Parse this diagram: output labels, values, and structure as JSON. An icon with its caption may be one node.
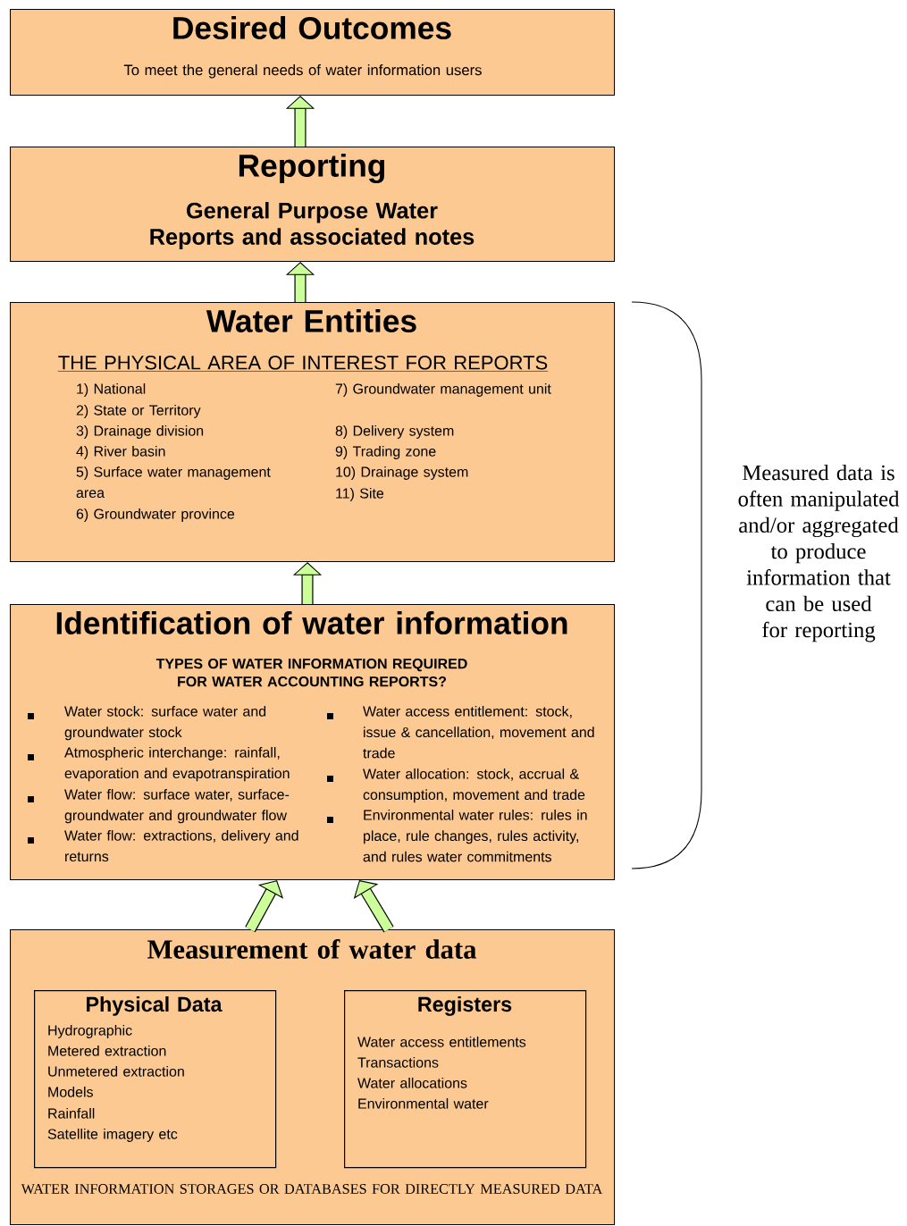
{
  "diagram": {
    "nodes": [
      {
        "text": [
          "Desired Outcomes",
          "To meet the general needs of water information users"
        ]
      },
      {
        "text": [
          "Reporting",
          "General Purpose Water Reports and associated notes"
        ]
      },
      {
        "text": [
          "Water Entities",
          "THE PHYSICAL AREA OF INTEREST FOR REPORTS",
          "1) National",
          "2) State or Territory",
          "3) Drainage division",
          "4) River basin",
          "5) Surface water management area",
          "6) Groundwater province",
          "7) Groundwater management unit",
          "8) Delivery system",
          "9) Trading zone",
          "10) Drainage system",
          "11) Site"
        ]
      },
      {
        "text": [
          "Identification of water information",
          "TYPES OF WATER INFORMATION REQUIRED FOR WATER ACCOUNTING REPORTS?",
          "Water stock: surface water and groundwater stock",
          "Atmospheric interchange: rainfall, evaporation and evapotranspiration",
          "Water flow: surface water, surface-groundwater and groundwater flow",
          "Water flow: extractions, delivery and returns",
          "Water access entitlement: stock, issue & cancellation, movement and trade",
          "Water allocation: stock, accrual & consumption, movement and trade",
          "Environmental water rules: rules in place, rule changes, rules activity, and rules water commitments"
        ]
      },
      {
        "text": [
          "Measurement of water data",
          "WATER INFORMATION STORAGES OR DATABASES FOR DIRECTLY MEASURED DATA"
        ]
      },
      {
        "text": [
          "Physical Data",
          "Hydrographic",
          "Metered extraction",
          "Unmetered extraction",
          "Models",
          "Rainfall",
          "Satellite imagery etc"
        ],
        "in": 4
      },
      {
        "text": [
          "Registers",
          "Water access entitlements",
          "Transactions",
          "Water allocations",
          "Environmental water"
        ],
        "in": 4
      }
    ],
    "edges": [
      {
        "from": 1,
        "to": 0,
        "arrow": "to"
      },
      {
        "from": 2,
        "to": 1,
        "arrow": "to"
      },
      {
        "from": 3,
        "to": 2,
        "arrow": "to"
      },
      {
        "from": 4,
        "to": 3,
        "arrow": "to"
      },
      {
        "from": 4,
        "to": 3,
        "arrow": "to"
      }
    ],
    "labels": [
      "Measured data is often manipulated and/or aggregated to produce information that can be used for reporting"
    ]
  }
}
